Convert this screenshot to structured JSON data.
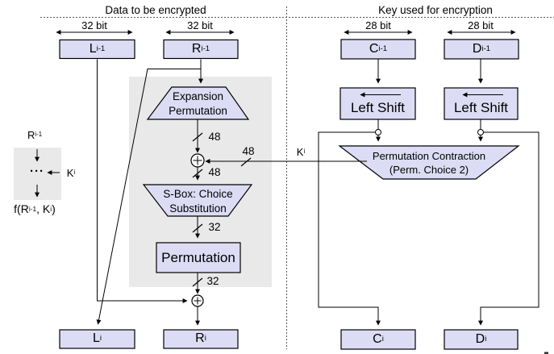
{
  "colors": {
    "box_fill": "#dcdcf5",
    "panel_gray": "#e9e9e9",
    "line": "#000000",
    "dash": "#555555"
  },
  "headers": {
    "left": "Data to be encrypted",
    "right": "Key used for encryption"
  },
  "bit_labels": {
    "l1": "32 bit",
    "l2": "32 bit",
    "r1": "28 bit",
    "r2": "28 bit"
  },
  "registers": {
    "l_prev": [
      {
        "t": "L"
      },
      {
        "s": "i-1"
      }
    ],
    "r_prev": [
      {
        "t": "R"
      },
      {
        "s": "i-1"
      }
    ],
    "c_prev": [
      {
        "t": "C"
      },
      {
        "s": "i-1"
      }
    ],
    "d_prev": [
      {
        "t": "D"
      },
      {
        "s": "i-1"
      }
    ],
    "l_cur": [
      {
        "t": "L"
      },
      {
        "s": "i"
      }
    ],
    "r_cur": [
      {
        "t": "R"
      },
      {
        "s": "i"
      }
    ],
    "c_cur": [
      {
        "t": "C"
      },
      {
        "s": "i"
      }
    ],
    "d_cur": [
      {
        "t": "D"
      },
      {
        "s": "i"
      }
    ]
  },
  "blocks": {
    "expansion": {
      "line1": "Expansion",
      "line2": "Permutation"
    },
    "sbox": {
      "line1": "S-Box: Choice",
      "line2": "Substitution"
    },
    "permutation": {
      "label": "Permutation"
    },
    "left_shift_c": {
      "label": "Left Shift"
    },
    "left_shift_d": {
      "label": "Left Shift"
    },
    "perm_contraction": {
      "line1": "Permutation Contraction",
      "line2": "(Perm. Choice 2)"
    }
  },
  "wire_labels": {
    "w48_expansion": "48",
    "w48_key": "48",
    "w48_after_xor": "48",
    "w32_after_sbox": "32",
    "w32_after_perm": "32",
    "k_i": [
      {
        "t": "K"
      },
      {
        "s": "i"
      }
    ]
  },
  "legend": {
    "r_prev": [
      {
        "t": "R"
      },
      {
        "s": "i-1"
      }
    ],
    "dots": "···",
    "k_i": [
      {
        "t": "K"
      },
      {
        "s": "i"
      }
    ],
    "f": [
      {
        "t": "f(R"
      },
      {
        "s": "i-1"
      },
      {
        "t": ", K"
      },
      {
        "s": "i"
      },
      {
        "t": ")"
      }
    ]
  }
}
